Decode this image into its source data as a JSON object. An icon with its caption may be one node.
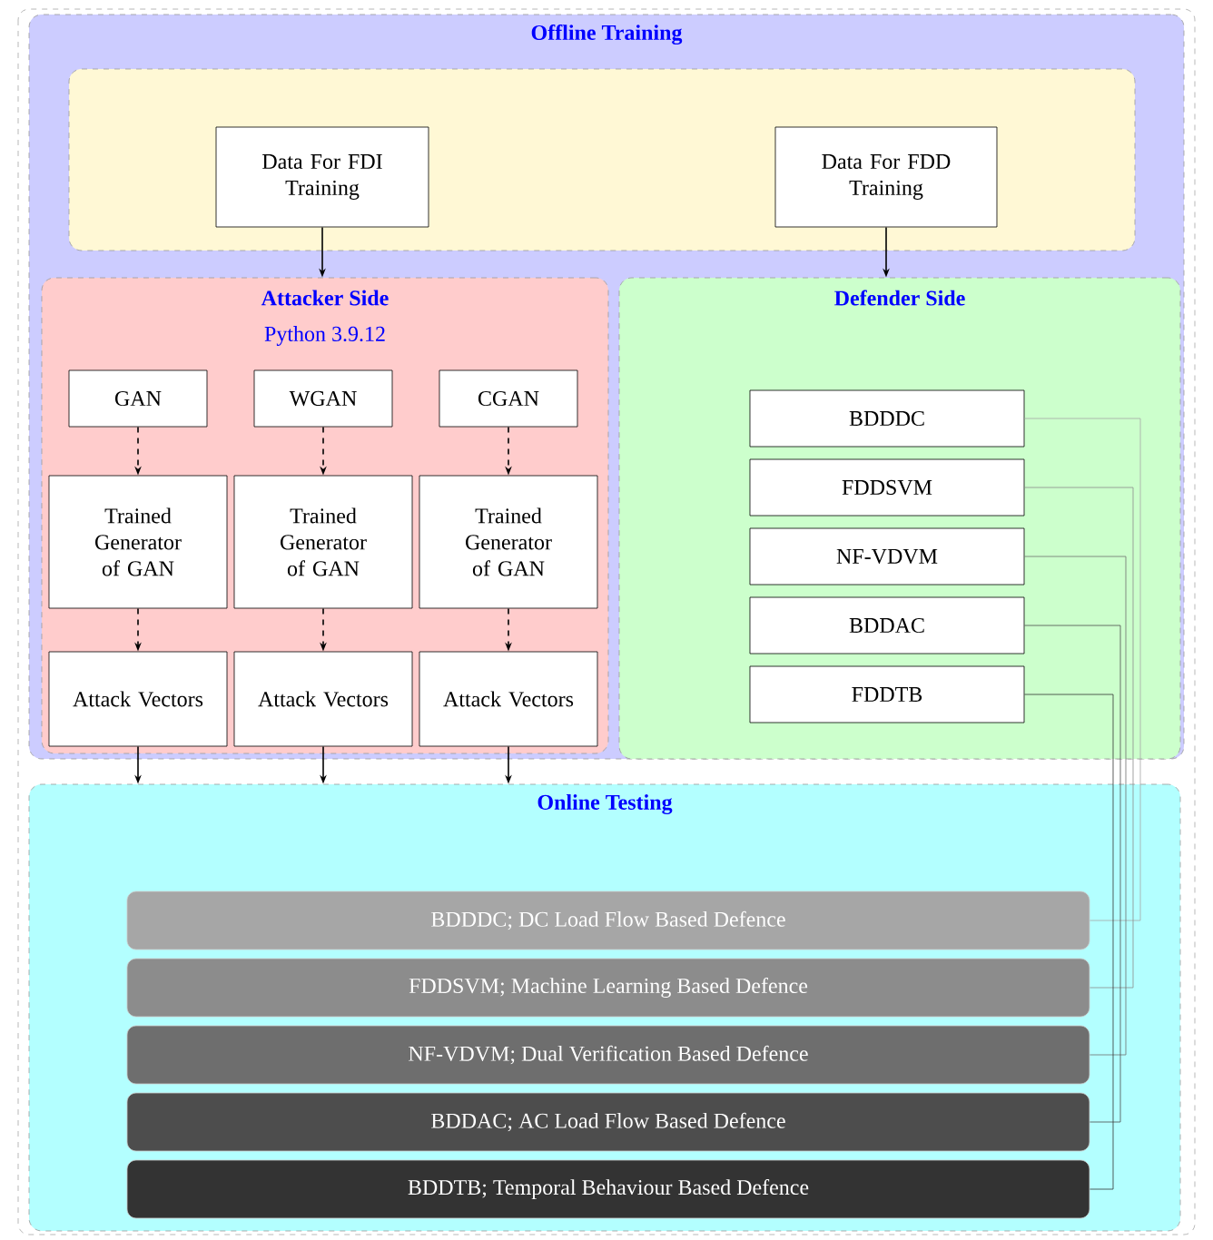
{
  "diagram": {
    "nodes": [
      {
        "text": [
          "Offline Training"
        ]
      },
      {
        "text": [],
        "shape": "box",
        "in": 0
      },
      {
        "text": [
          "Data For FDI Training"
        ],
        "in": 1
      },
      {
        "text": [
          "Data For FDD Training"
        ],
        "in": 1
      },
      {
        "text": [
          "Attacker Side",
          "Python 3.9.12"
        ],
        "in": 0
      },
      {
        "text": [
          "GAN"
        ],
        "in": 4
      },
      {
        "text": [
          "WGAN"
        ],
        "in": 4
      },
      {
        "text": [
          "CGAN"
        ],
        "in": 4
      },
      {
        "text": [
          "Trained Generator of GAN"
        ],
        "in": 4
      },
      {
        "text": [
          "Trained Generator of GAN"
        ],
        "in": 4
      },
      {
        "text": [
          "Trained Generator of GAN"
        ],
        "in": 4
      },
      {
        "text": [
          "Attack Vectors"
        ],
        "in": 4
      },
      {
        "text": [
          "Attack Vectors"
        ],
        "in": 4
      },
      {
        "text": [
          "Attack Vectors"
        ],
        "in": 4
      },
      {
        "text": [
          "Defender Side"
        ],
        "in": 0
      },
      {
        "text": [
          "BDDDC"
        ],
        "in": 14
      },
      {
        "text": [
          "FDDSVM"
        ],
        "in": 14
      },
      {
        "text": [
          "NF-VDVM"
        ],
        "in": 14
      },
      {
        "text": [
          "BDDAC"
        ],
        "in": 14
      },
      {
        "text": [
          "FDDTB"
        ],
        "in": 14
      },
      {
        "text": [
          "Online Testing"
        ]
      },
      {
        "text": [
          "BDDDC; DC Load Flow Based Defence"
        ],
        "in": 20
      },
      {
        "text": [
          "FDDSVM; Machine Learning Based Defence"
        ],
        "in": 20
      },
      {
        "text": [
          "NF-VDVM; Dual Verification Based Defence"
        ],
        "in": 20
      },
      {
        "text": [
          "BDDAC; AC Load Flow Based Defence"
        ],
        "in": 20
      },
      {
        "text": [
          "BDDTB; Temporal Behaviour Based Defence"
        ],
        "in": 20
      }
    ],
    "edges": [
      {
        "from": 2,
        "to": 4,
        "arrow": "to"
      },
      {
        "from": 3,
        "to": 14,
        "arrow": "to"
      },
      {
        "from": 5,
        "to": 8,
        "arrow": "to",
        "style": "dashed"
      },
      {
        "from": 6,
        "to": 9,
        "arrow": "to",
        "style": "dashed"
      },
      {
        "from": 7,
        "to": 10,
        "arrow": "to",
        "style": "dashed"
      },
      {
        "from": 8,
        "to": 11,
        "arrow": "to",
        "style": "dashed"
      },
      {
        "from": 9,
        "to": 12,
        "arrow": "to",
        "style": "dashed"
      },
      {
        "from": 10,
        "to": 13,
        "arrow": "to",
        "style": "dashed"
      },
      {
        "from": 11,
        "to": 20,
        "arrow": "to"
      },
      {
        "from": 12,
        "to": 20,
        "arrow": "to"
      },
      {
        "from": 13,
        "to": 20,
        "arrow": "to"
      },
      {
        "from": 15,
        "to": 21,
        "arrow": "none",
        "color": "#a6a6a6"
      },
      {
        "from": 16,
        "to": 22,
        "arrow": "none",
        "color": "#8c8c8c"
      },
      {
        "from": 17,
        "to": 23,
        "arrow": "none",
        "color": "#6e6e6e"
      },
      {
        "from": 18,
        "to": 24,
        "arrow": "none",
        "color": "#4d4d4d"
      },
      {
        "from": 19,
        "to": 25,
        "arrow": "none",
        "color": "#333333"
      }
    ]
  }
}
